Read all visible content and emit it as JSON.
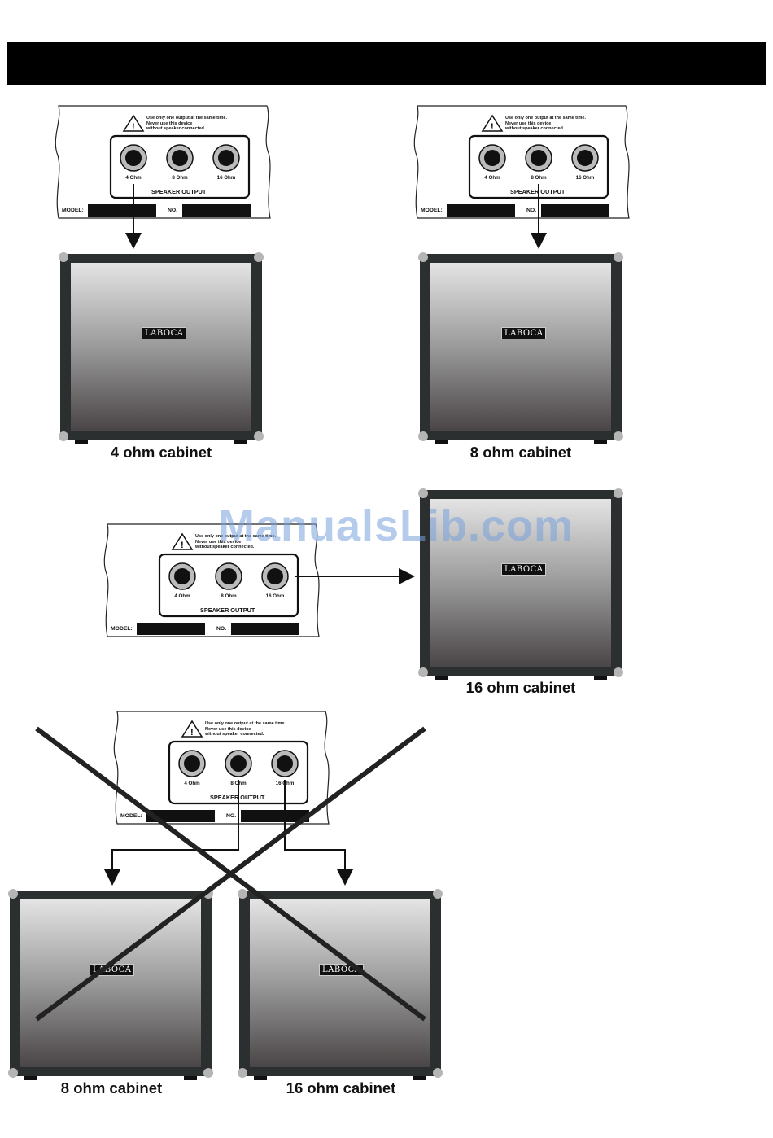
{
  "panel": {
    "warning": "Use only one output at the same time.\nNever use this device\nwithout speaker connected.",
    "jacks": [
      "4 Ohm",
      "8 Ohm",
      "16 Ohm"
    ],
    "speaker_output": "SPEAKER OUTPUT",
    "model_label": "MODEL:",
    "no_label": "NO."
  },
  "logo": "LABOCA",
  "captions": {
    "c4": "4 ohm cabinet",
    "c8": "8 ohm cabinet",
    "c16": "16 ohm cabinet",
    "wrong8": "8 ohm cabinet",
    "wrong16": "16 ohm cabinet"
  },
  "watermark": "ManualsLib.com",
  "colors": {
    "header": "#000000",
    "cabinet_frame": "#2b2f30",
    "corner": "#b5b5b5",
    "watermark": "#7aa0dc"
  }
}
